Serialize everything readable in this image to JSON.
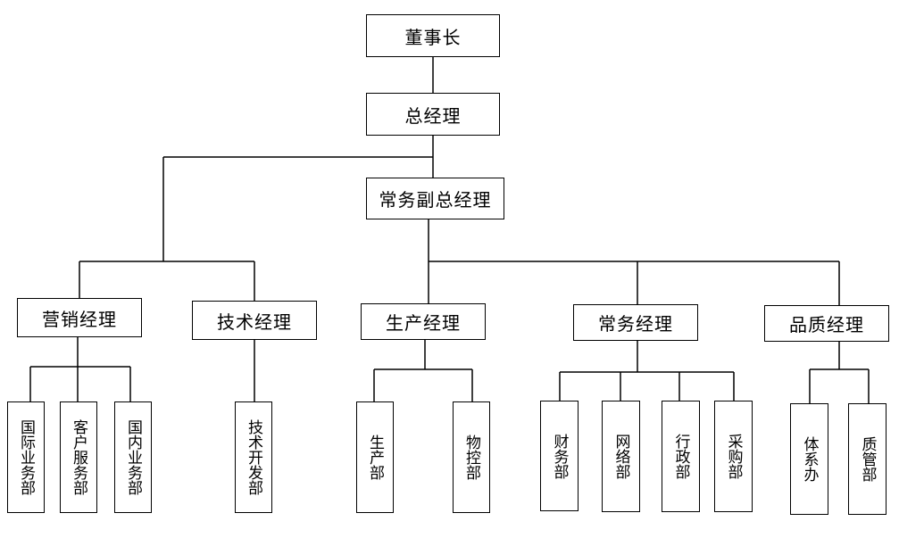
{
  "org_chart": {
    "chairman": "董事长",
    "general_manager": "总经理",
    "executive_vp": "常务副总经理",
    "marketing_manager": "营销经理",
    "tech_manager": "技术经理",
    "production_manager": "生产经理",
    "operations_manager": "常务经理",
    "quality_manager": "品质经理",
    "departments": {
      "international_business": "国际业务部",
      "customer_service": "客户服务部",
      "domestic_business": "国内业务部",
      "tech_development": "技术开发部",
      "production": "生产部",
      "material_control": "物控部",
      "finance": "财务部",
      "network": "网络部",
      "administration": "行政部",
      "purchasing": "采购部",
      "system_office": "体系办",
      "quality_management": "质管部"
    }
  }
}
